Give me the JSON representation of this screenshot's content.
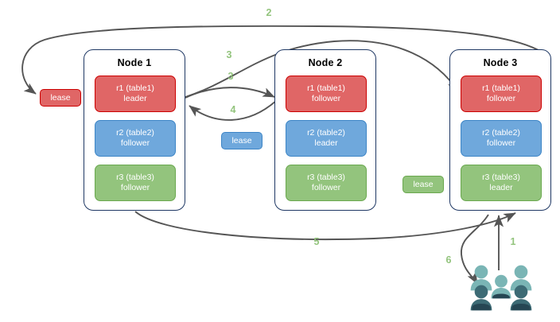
{
  "diagram": {
    "title": "Distributed SQL lease and replica routing diagram",
    "colors": {
      "r1_fill": "#e06666",
      "r1_stroke": "#cc0000",
      "r2_fill": "#6fa8dc",
      "r2_stroke": "#3d85c6",
      "r3_fill": "#93c47d",
      "r3_stroke": "#6aa84f",
      "node_border": "#1f3864",
      "edge": "#555555",
      "step_label": "#93c47d",
      "people_light": "#7ab5b5",
      "people_dark": "#3d6b75",
      "people_darkest": "#264653"
    },
    "nodes": [
      {
        "id": "node1",
        "title": "Node 1",
        "replicas": [
          {
            "id": "r1",
            "line1": "r1 (table1)",
            "line2": "leader",
            "color": "red"
          },
          {
            "id": "r2",
            "line1": "r2 (table2)",
            "line2": "follower",
            "color": "blue"
          },
          {
            "id": "r3",
            "line1": "r3 (table3)",
            "line2": "follower",
            "color": "green"
          }
        ]
      },
      {
        "id": "node2",
        "title": "Node 2",
        "replicas": [
          {
            "id": "r1",
            "line1": "r1 (table1)",
            "line2": "follower",
            "color": "red"
          },
          {
            "id": "r2",
            "line1": "r2 (table2)",
            "line2": "leader",
            "color": "blue"
          },
          {
            "id": "r3",
            "line1": "r3 (table3)",
            "line2": "follower",
            "color": "green"
          }
        ]
      },
      {
        "id": "node3",
        "title": "Node 3",
        "replicas": [
          {
            "id": "r1",
            "line1": "r1 (table1)",
            "line2": "follower",
            "color": "red"
          },
          {
            "id": "r2",
            "line1": "r2 (table2)",
            "line2": "follower",
            "color": "blue"
          },
          {
            "id": "r3",
            "line1": "r3 (table3)",
            "line2": "leader",
            "color": "green"
          }
        ]
      }
    ],
    "leases": [
      {
        "id": "lease-r1",
        "label": "lease",
        "color": "red"
      },
      {
        "id": "lease-r2",
        "label": "lease",
        "color": "blue"
      },
      {
        "id": "lease-r3",
        "label": "lease",
        "color": "green"
      }
    ],
    "steps": [
      {
        "id": "step-1",
        "label": "1",
        "from": "clients",
        "to": "node3"
      },
      {
        "id": "step-2",
        "label": "2",
        "from": "node3",
        "to": "lease-r1"
      },
      {
        "id": "step-3a",
        "label": "3",
        "from": "node1-r1",
        "to": "node3-r1"
      },
      {
        "id": "step-3b",
        "label": "3",
        "from": "node1-r1",
        "to": "node2-r1"
      },
      {
        "id": "step-4",
        "label": "4",
        "from": "node2-r1",
        "to": "node1-r1"
      },
      {
        "id": "step-5",
        "label": "5",
        "from": "node1",
        "to": "node3"
      },
      {
        "id": "step-6",
        "label": "6",
        "from": "node3",
        "to": "clients"
      }
    ],
    "clients": {
      "id": "clients",
      "label": "clients-people-icon",
      "figure_count": 6
    }
  }
}
